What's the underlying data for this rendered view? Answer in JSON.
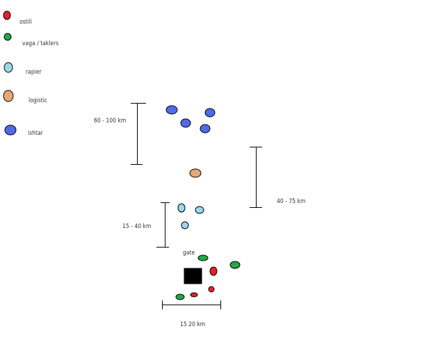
{
  "legend": [
    {
      "label": "ostili",
      "color": "#e8202a"
    },
    {
      "label": "vaga / taklers",
      "color": "#22a845"
    },
    {
      "label": "rapier",
      "color": "#99d9ea"
    },
    {
      "label": "logistic",
      "color": "#e5a874"
    },
    {
      "label": "ishtar",
      "color": "#4f6be8"
    }
  ],
  "labels": {
    "gate": "gate",
    "range_ishtar": "60 - 100 km",
    "range_logistic": "40 - 75 km",
    "range_rapier": "15 - 40 km",
    "range_gate": "15 20 km"
  }
}
